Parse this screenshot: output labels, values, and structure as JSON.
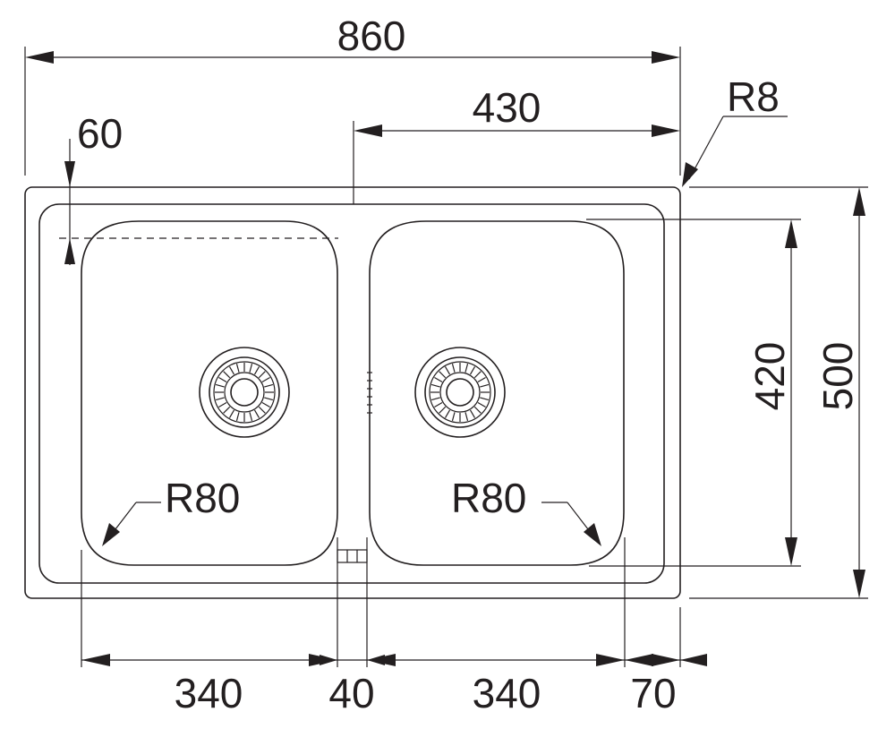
{
  "dimensions": {
    "overall_width": "860",
    "half_width": "430",
    "rim_offset": "60",
    "corner_radius_outer": "R8",
    "bowl_depth": "420",
    "overall_depth": "500",
    "bowl_radius_left": "R80",
    "bowl_radius_right": "R80",
    "bowl_width_left": "340",
    "divider_width": "40",
    "bowl_width_right": "340",
    "right_margin": "70"
  },
  "colors": {
    "line": "#231f20",
    "background": "#ffffff"
  }
}
